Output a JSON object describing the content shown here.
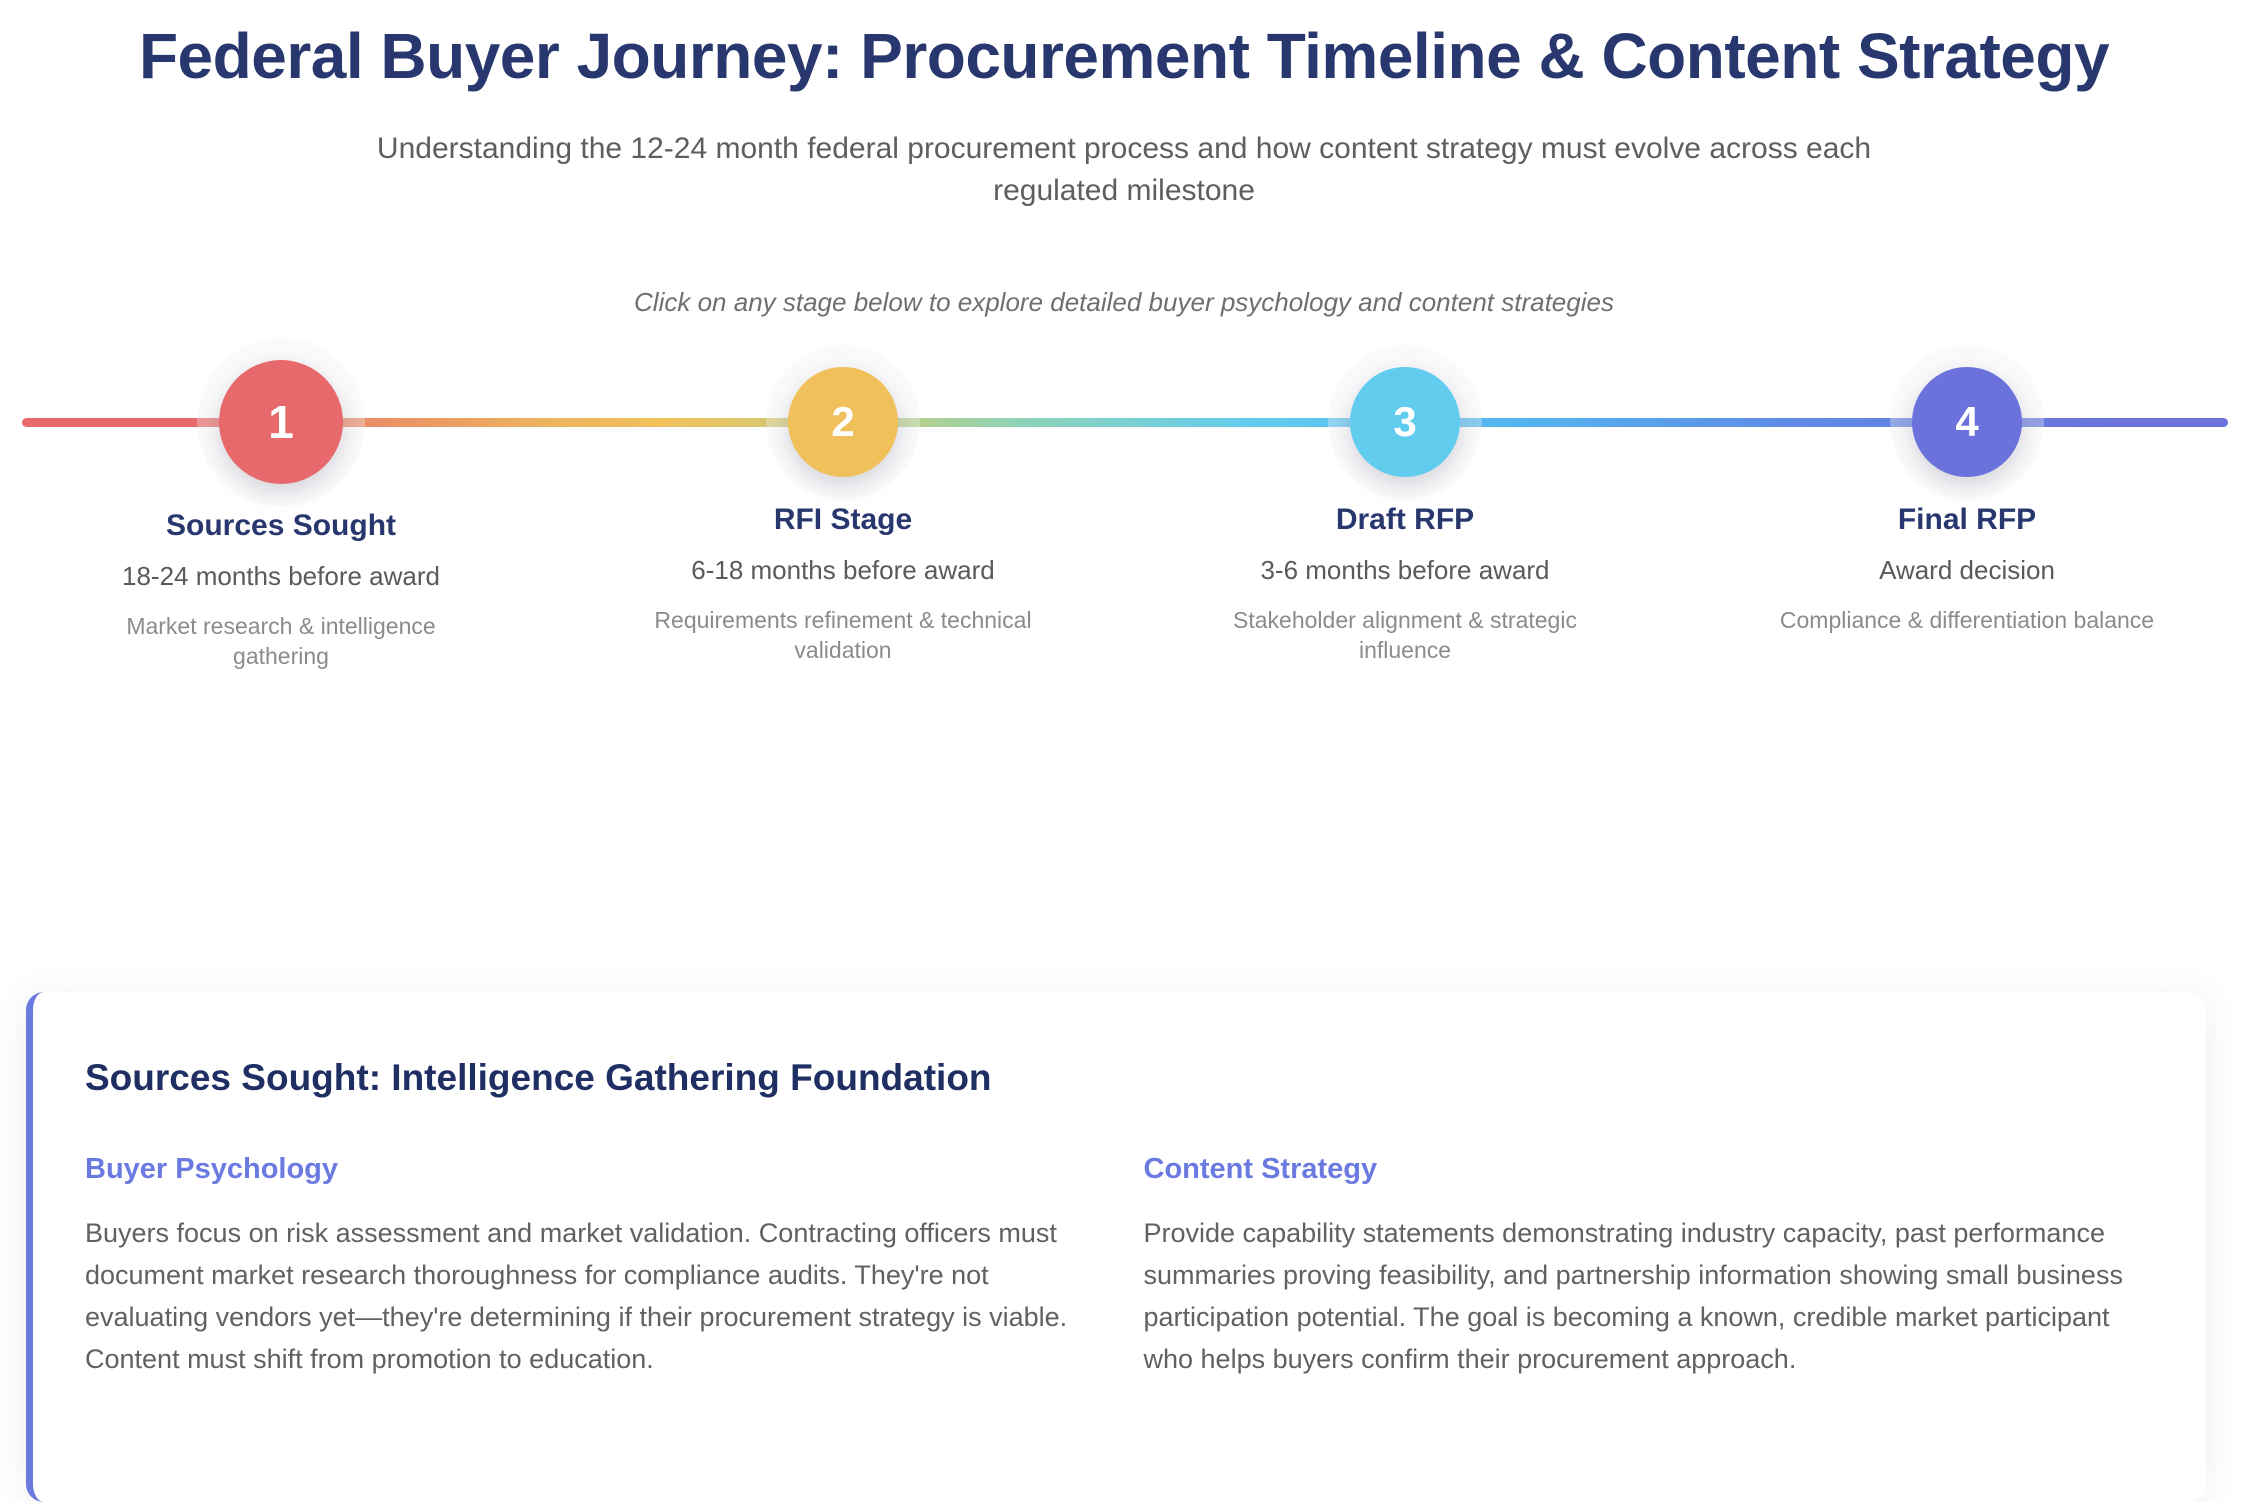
{
  "header": {
    "title": "Federal Buyer Journey: Procurement Timeline & Content Strategy",
    "subtitle": "Understanding the 12-24 month federal procurement process and how content strategy must evolve across each regulated milestone",
    "click_hint": "Click on any stage below to explore detailed buyer psychology and content strategies"
  },
  "colors": {
    "title_navy": "#28386f",
    "accent_periwinkle": "#6a7ae0",
    "stage_1": "#e8696b",
    "stage_2": "#f0c05a",
    "stage_3": "#62ccef",
    "stage_4": "#6b72db",
    "body_gray": "#616161",
    "muted_gray": "#8b8b8b"
  },
  "timeline": {
    "stages": [
      {
        "number": "1",
        "name": "Sources Sought",
        "timeframe": "18-24 months before award",
        "focus": "Market research & intelligence gathering",
        "color": "#e8696b",
        "active": true
      },
      {
        "number": "2",
        "name": "RFI Stage",
        "timeframe": "6-18 months before award",
        "focus": "Requirements refinement & technical validation",
        "color": "#f0c05a",
        "active": false
      },
      {
        "number": "3",
        "name": "Draft RFP",
        "timeframe": "3-6 months before award",
        "focus": "Stakeholder alignment & strategic influence",
        "color": "#62ccef",
        "active": false
      },
      {
        "number": "4",
        "name": "Final RFP",
        "timeframe": "Award decision",
        "focus": "Compliance & differentiation balance",
        "color": "#6b72db",
        "active": false
      }
    ]
  },
  "detail": {
    "title": "Sources Sought: Intelligence Gathering Foundation",
    "left": {
      "heading": "Buyer Psychology",
      "body": "Buyers focus on risk assessment and market validation. Contracting officers must document market research thoroughness for compliance audits. They're not evaluating vendors yet—they're determining if their procurement strategy is viable. Content must shift from promotion to education."
    },
    "right": {
      "heading": "Content Strategy",
      "body": "Provide capability statements demonstrating industry capacity, past performance summaries proving feasibility, and partnership information showing small business participation potential. The goal is becoming a known, credible market participant who helps buyers confirm their procurement approach."
    }
  }
}
